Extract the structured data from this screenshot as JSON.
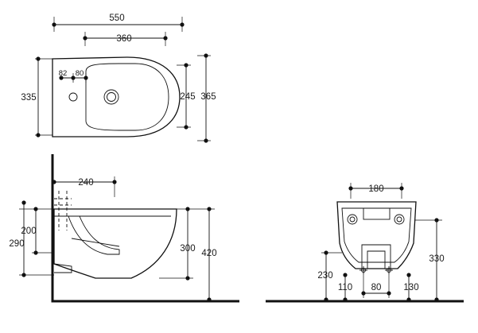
{
  "top_view": {
    "overall_length": "550",
    "inner_length": "360",
    "overall_depth": "335",
    "bowl_width": "245",
    "outer_width": "365",
    "tap_offset_a": "82",
    "tap_offset_b": "80"
  },
  "side_view": {
    "wall_offset": "240",
    "upper_height": "200",
    "lower_height": "290",
    "bowl_height": "300",
    "total_height": "420"
  },
  "front_view": {
    "fixing_spacing": "180",
    "outlet_height": "330",
    "inlet_height": "230",
    "left_offset": "110",
    "center_spacing": "80",
    "right_offset": "130"
  }
}
